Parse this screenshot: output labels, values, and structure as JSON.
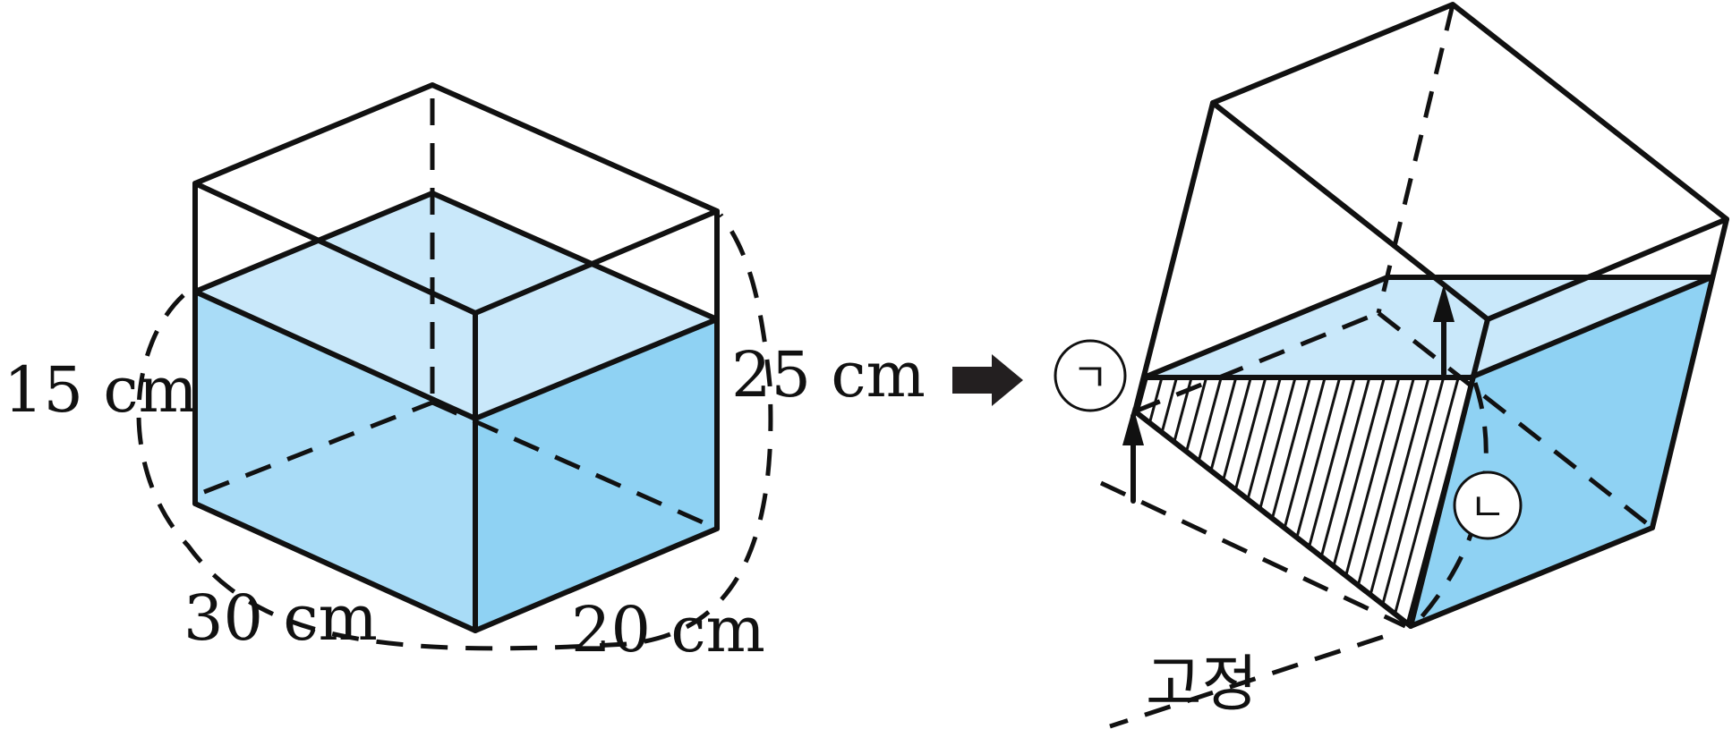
{
  "labels": {
    "depth": "15 cm",
    "height": "25 cm",
    "length": "30 cm",
    "width": "20 cm",
    "point_a": "ㄱ",
    "point_b": "ㄴ",
    "fixed": "고정"
  },
  "colors": {
    "water_front": "#a9dcf7",
    "water_side": "#8fd2f3",
    "water_top": "#c9e8fa",
    "stroke": "#111111",
    "arrow": "#231f20"
  },
  "icons": {
    "transform": "right-arrow-icon",
    "rise": "up-arrow-icon"
  }
}
